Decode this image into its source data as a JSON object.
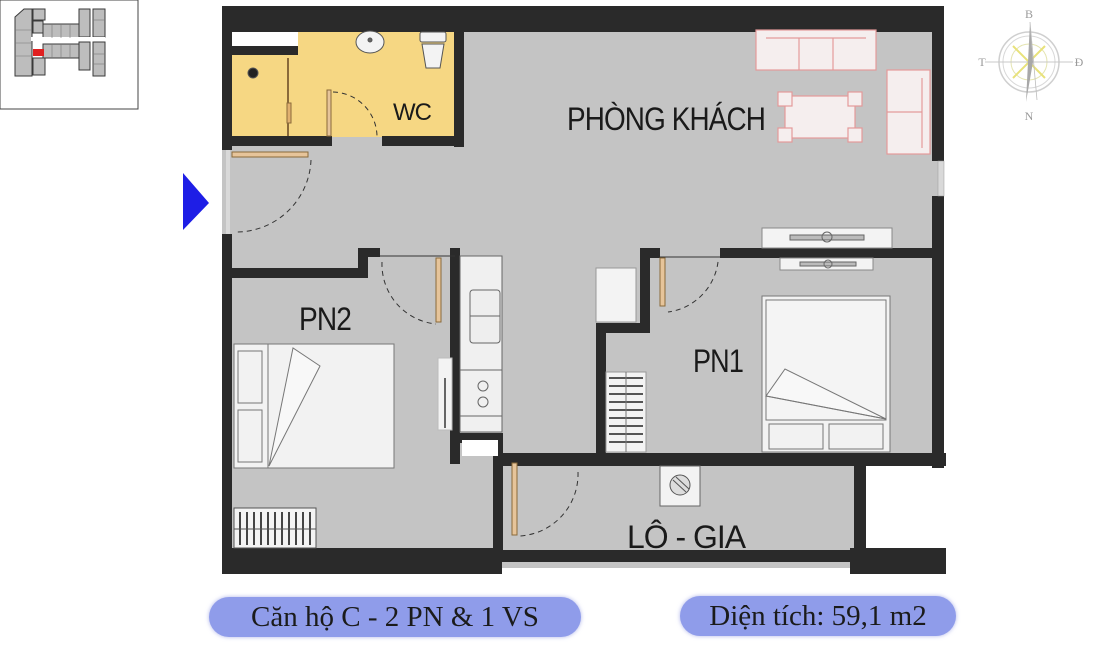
{
  "rooms": {
    "wc": "WC",
    "living_room": "PHÒNG KHÁCH",
    "bedroom_2": "PN2",
    "bedroom_1": "PN1",
    "loggia": "LÔ - GIA"
  },
  "compass": {
    "north": "B",
    "south": "N",
    "east": "Đ",
    "west": "T"
  },
  "labels": {
    "apartment_type": "Căn hộ C - 2 PN & 1 VS",
    "area": "Diện tích: 59,1 m2"
  },
  "colors": {
    "wall": "#2a2a2a",
    "floor": "#c4c4c4",
    "wc_floor": "#f6d783",
    "furniture_outline": "#e49a9a",
    "door": "#c9a07a",
    "entry_arrow": "#1e1ee6",
    "pill_bg": "#8f9cea",
    "highlight_unit": "#e02020"
  }
}
